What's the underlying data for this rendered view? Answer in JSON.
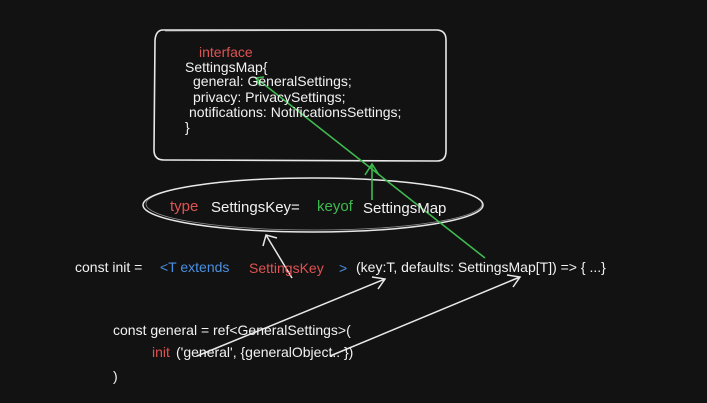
{
  "interface_box": {
    "keyword": "interface",
    "name": "SettingsMap{",
    "line1": "general: GeneralSettings;",
    "line2": "privacy: PrivacySettings;",
    "line3": "notifications: NotificationsSettings;",
    "close": "}"
  },
  "type_ellipse": {
    "keyword_type": "type",
    "name": "SettingsKey=",
    "keyword_keyof": "keyof",
    "target": "SettingsMap"
  },
  "init_line": {
    "prefix": "const init =",
    "generic_open": "<T extends",
    "constraint": "SettingsKey",
    "generic_close": ">",
    "params": "(key:T, defaults: SettingsMap[T]) => { ...}"
  },
  "general_block": {
    "line1": "const general = ref<GeneralSettings>(",
    "call_name": "init",
    "call_args": "('general', {generalObject.. })",
    "close": ")"
  },
  "colors": {
    "background": "#121212",
    "keyword_red": "#e05252",
    "generic_blue": "#4a90e2",
    "arrow_green": "#3fb950",
    "sketch_white": "#e8e8e8"
  }
}
